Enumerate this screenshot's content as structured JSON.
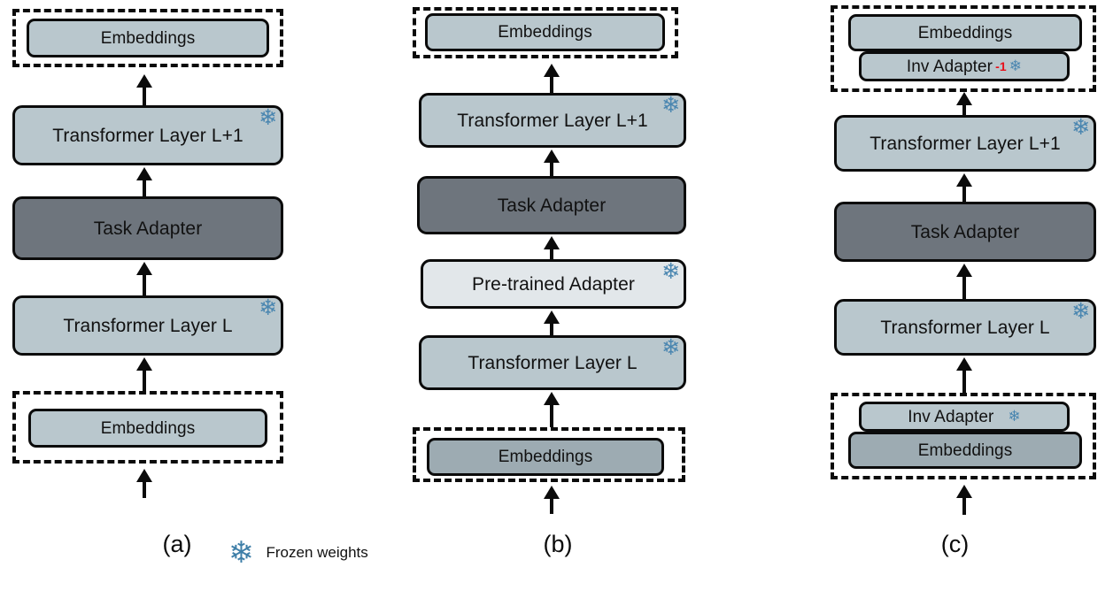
{
  "figure": {
    "type": "diagram",
    "description": "Three adapter architecture variants for transformer layers",
    "legend": {
      "icon": "snowflake-icon",
      "label": "Frozen weights",
      "color": "#4a86b0"
    },
    "colors": {
      "light_blue_gray": "#b9c7cd",
      "dark_gray": "#6e757d",
      "pale_gray": "#e2e7ea",
      "mid_gray": "#9dabb2",
      "snowflake_blue": "#4a86b0",
      "superscript_red": "#e8111b",
      "outline": "#0b0b0b"
    }
  },
  "panels": [
    {
      "caption": "(a)",
      "nodes": {
        "top_embeddings": "Embeddings",
        "layer_lplus1": "Transformer Layer L+1",
        "task_adapter": "Task Adapter",
        "layer_l": "Transformer Layer L",
        "bottom_embeddings": "Embeddings"
      }
    },
    {
      "caption": "(b)",
      "nodes": {
        "top_embeddings": "Embeddings",
        "layer_lplus1": "Transformer Layer L+1",
        "task_adapter": "Task Adapter",
        "pretrained_adapter": "Pre-trained Adapter",
        "layer_l": "Transformer Layer L",
        "bottom_embeddings": "Embeddings"
      }
    },
    {
      "caption": "(c)",
      "nodes": {
        "top_embeddings": "Embeddings",
        "inv_adapter_inverse": "Inv Adapter",
        "inv_adapter_inverse_sup": "-1",
        "layer_lplus1": "Transformer Layer L+1",
        "task_adapter": "Task Adapter",
        "layer_l": "Transformer Layer L",
        "inv_adapter": "Inv  Adapter",
        "bottom_embeddings": "Embeddings"
      }
    }
  ]
}
